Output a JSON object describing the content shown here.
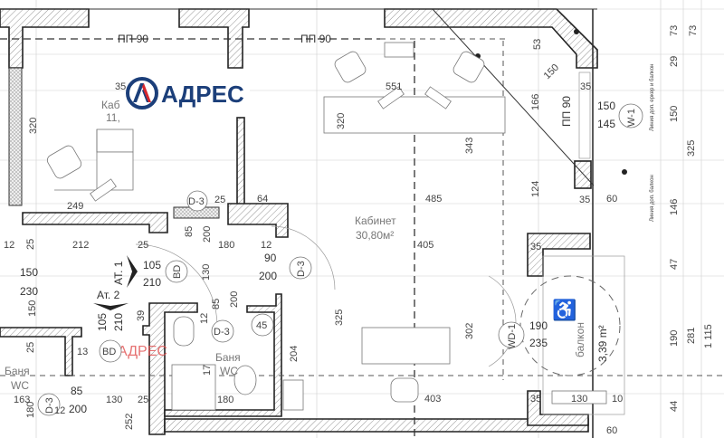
{
  "logo": {
    "text": "АДРЕС",
    "brand_color": "#1c3f7a",
    "accent_color": "#d6262c"
  },
  "watermark": {
    "text": "АДРЕС",
    "color": "#e05050"
  },
  "rooms": {
    "office_small": {
      "name_partial": "Каб",
      "area_partial": "11,"
    },
    "office_main": {
      "name": "Кабинет",
      "area": "30,80м²"
    },
    "bath_left": {
      "name": "Баня",
      "sub": "WC"
    },
    "bath_mid": {
      "name": "Баня",
      "sub": "WC"
    },
    "balcony": {
      "name": "балкон",
      "area": "3,39 m²"
    }
  },
  "window_marks": {
    "top_left": "ПП 90",
    "top_mid": "ПП 90",
    "right": "ПП 90"
  },
  "tags": {
    "d3_a": "D-3",
    "d3_b": "D-3",
    "d3_c": "D-3",
    "d3_d": "D-3",
    "bd_a": "BD",
    "bd_b": "BD",
    "wd1": "WD-1",
    "w1": "W-1",
    "c45": "45",
    "at1": "АТ. 1",
    "at2": "Ат. 2"
  },
  "side_notes": {
    "upper": "Линия доп. еркер и балкон",
    "lower": "Линия доп. балкон"
  },
  "dims": {
    "d35a": "35",
    "d320a": "320",
    "d320b": "320",
    "d249": "249",
    "d25a": "25",
    "d64": "64",
    "d551": "551",
    "d343": "343",
    "d485": "485",
    "d166": "166",
    "d53": "53",
    "d150diag": "150",
    "d35b": "35",
    "d150w": "150",
    "d145": "145",
    "d124": "124",
    "d35c": "35",
    "d60a": "60",
    "r73a": "73",
    "r73b": "73",
    "r29": "29",
    "r150": "150",
    "r325": "325",
    "r146": "146",
    "r47": "47",
    "r190": "190",
    "r281": "281",
    "r1115": "1 115",
    "r44": "44",
    "d405": "405",
    "d302": "302",
    "d190": "190",
    "d235": "235",
    "d35d": "35",
    "d35e": "35",
    "d130b": "130",
    "d10": "10",
    "d60b": "60",
    "d403": "403",
    "l12a": "12",
    "l25a": "25",
    "l212": "212",
    "l25b": "25",
    "l85a": "85",
    "l200a": "200",
    "l180a": "180",
    "l12b": "12",
    "l90": "90",
    "l200b": "200",
    "l150a": "150",
    "l230": "230",
    "l150b": "150",
    "l105a": "105",
    "l210a": "210",
    "l130a": "130",
    "l105b": "105",
    "l210b": "210",
    "l39": "39",
    "l85b": "85",
    "l200c": "200",
    "l12c": "12",
    "l325": "325",
    "l25c": "25",
    "l13": "13",
    "l204": "204",
    "l17": "17",
    "l163": "163",
    "l85c": "85",
    "l12d": "12",
    "l200d": "200",
    "l130b": "130",
    "l25d": "25",
    "l180b": "180",
    "l180c": "180",
    "l252": "252"
  }
}
